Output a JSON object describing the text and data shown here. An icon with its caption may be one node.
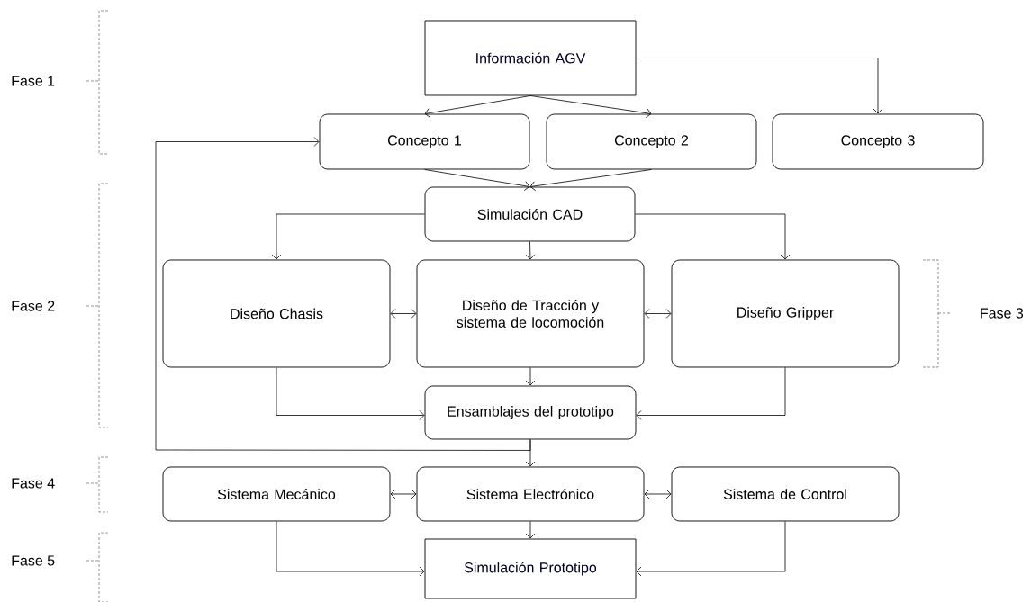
{
  "diagram": {
    "nodes": [
      {
        "text": [
          "Información AGV"
        ]
      },
      {
        "text": [
          "Concepto 1"
        ]
      },
      {
        "text": [
          "Concepto 2"
        ]
      },
      {
        "text": [
          "Concepto 3"
        ]
      },
      {
        "text": [
          "Simulación CAD"
        ]
      },
      {
        "text": [
          "Diseño Chasis"
        ]
      },
      {
        "text": [
          "Diseño de Tracción y sistema de locomoción"
        ]
      },
      {
        "text": [
          "Diseño Gripper"
        ]
      },
      {
        "text": [
          "Ensamblajes del prototipo"
        ]
      },
      {
        "text": [
          "Sistema Mecánico"
        ]
      },
      {
        "text": [
          "Sistema Electrónico"
        ]
      },
      {
        "text": [
          "Sistema de Control"
        ]
      },
      {
        "text": [
          "Simulación Prototipo"
        ]
      }
    ],
    "edges": [
      {
        "from": 0,
        "to": 1,
        "arrow": "to"
      },
      {
        "from": 0,
        "to": 2,
        "arrow": "to"
      },
      {
        "from": 0,
        "to": 3,
        "arrow": "to"
      },
      {
        "from": 1,
        "to": 4,
        "arrow": "to"
      },
      {
        "from": 2,
        "to": 4,
        "arrow": "to"
      },
      {
        "from": 4,
        "to": 5,
        "arrow": "to"
      },
      {
        "from": 4,
        "to": 6,
        "arrow": "to"
      },
      {
        "from": 4,
        "to": 7,
        "arrow": "to"
      },
      {
        "from": 5,
        "to": 6,
        "arrow": "both"
      },
      {
        "from": 6,
        "to": 7,
        "arrow": "both"
      },
      {
        "from": 6,
        "to": 8,
        "arrow": "to"
      },
      {
        "from": 5,
        "to": 8,
        "arrow": "to"
      },
      {
        "from": 7,
        "to": 8,
        "arrow": "to"
      },
      {
        "from": 8,
        "to": 10,
        "arrow": "to"
      },
      {
        "from": 8,
        "to": 1,
        "arrow": "to"
      },
      {
        "from": 9,
        "to": 10,
        "arrow": "both"
      },
      {
        "from": 10,
        "to": 11,
        "arrow": "both"
      },
      {
        "from": 9,
        "to": 12,
        "arrow": "to"
      },
      {
        "from": 10,
        "to": 12,
        "arrow": "to"
      },
      {
        "from": 11,
        "to": 12,
        "arrow": "to"
      }
    ],
    "labels": [
      "Fase 1",
      "Fase 2",
      "Fase 3",
      "Fase 4",
      "Fase 5"
    ]
  }
}
